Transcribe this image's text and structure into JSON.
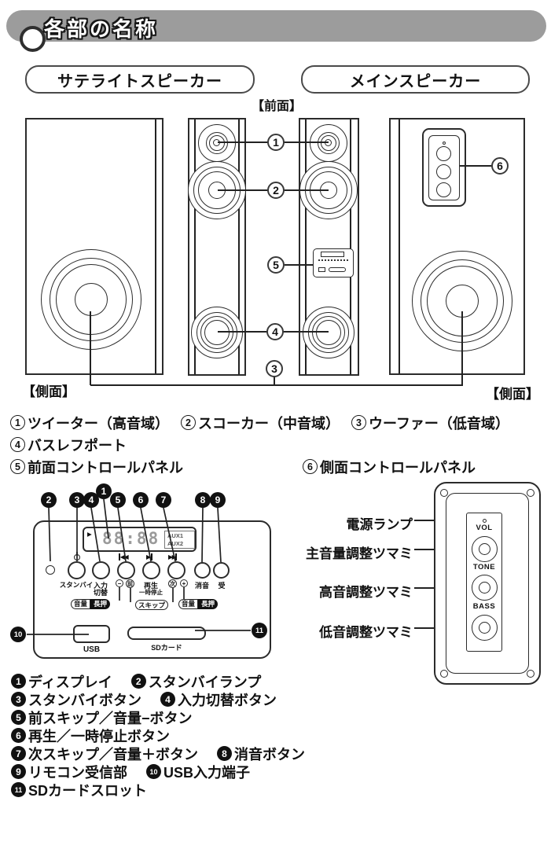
{
  "header": {
    "title": "各部の名称"
  },
  "section": {
    "satellite_label": "サテライトスピーカー",
    "main_label": "メインスピーカー",
    "front_view": "【前面】",
    "side_view_left": "【側面】",
    "side_view_right": "【側面】"
  },
  "callouts": {
    "c1": "1",
    "c2": "2",
    "c3": "3",
    "c4": "4",
    "c5": "5",
    "c6": "6",
    "c7": "7",
    "c8": "8",
    "c9": "9",
    "c10": "10",
    "c11": "11"
  },
  "parts": {
    "items": [
      {
        "n": "1",
        "label": "ツイーター（高音域）"
      },
      {
        "n": "2",
        "label": "スコーカー（中音域）"
      },
      {
        "n": "3",
        "label": "ウーファー（低音域）"
      },
      {
        "n": "4",
        "label": "バスレフポート"
      },
      {
        "n": "5",
        "label": "前面コントロールパネル"
      },
      {
        "n": "6",
        "label": "側面コントロールパネル"
      }
    ]
  },
  "front_panel": {
    "display": {
      "play_indicator": "▶",
      "digits": "88:88",
      "aux1": "AUX1",
      "aux2": "AUX2"
    },
    "buttons": {
      "standby": "スタンバイ",
      "input_line1": "入力",
      "input_line2": "切替",
      "minus": "−",
      "prev": "前",
      "play": "再生",
      "pause": "一時停止",
      "next": "次",
      "plus": "+",
      "mute": "消音",
      "receiver": "受"
    },
    "badges": {
      "volume": "音量",
      "hold": "長押",
      "skip": "スキップ"
    },
    "usb_label": "USB",
    "sd_label": "SDカード"
  },
  "side_panel": {
    "power_lamp_label": "電源ランプ",
    "volume_label": "主音量調整ツマミ",
    "treble_label": "高音調整ツマミ",
    "bass_label": "低音調整ツマミ",
    "vol": "VOL",
    "tone": "TONE",
    "bass": "BASS"
  },
  "icons": {
    "prev": "◀◀",
    "play": "▶",
    "next": "▶▶"
  },
  "legend": {
    "items": [
      {
        "n": "1",
        "label": "ディスプレイ"
      },
      {
        "n": "2",
        "label": "スタンバイランプ"
      },
      {
        "n": "3",
        "label": "スタンバイボタン"
      },
      {
        "n": "4",
        "label": "入力切替ボタン"
      },
      {
        "n": "5",
        "label": "前スキップ／音量−ボタン"
      },
      {
        "n": "6",
        "label": "再生／一時停止ボタン"
      },
      {
        "n": "7",
        "label": "次スキップ／音量＋ボタン"
      },
      {
        "n": "8",
        "label": "消音ボタン"
      },
      {
        "n": "9",
        "label": "リモコン受信部"
      },
      {
        "n": "10",
        "label": "USB入力端子"
      },
      {
        "n": "11",
        "label": "SDカードスロット"
      }
    ]
  }
}
